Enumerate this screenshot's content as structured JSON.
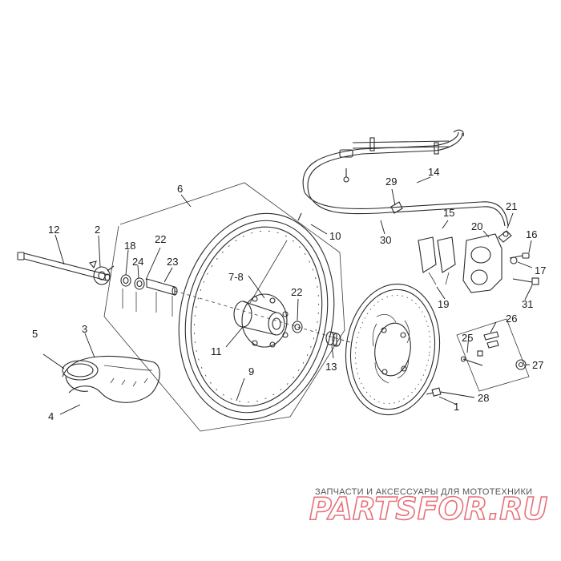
{
  "callouts": {
    "n1": "1",
    "n2": "2",
    "n3": "3",
    "n4": "4",
    "n5": "5",
    "n6": "6",
    "n7_8": "7-8",
    "n9": "9",
    "n10": "10",
    "n11": "11",
    "n12": "12",
    "n13": "13",
    "n14": "14",
    "n15": "15",
    "n16": "16",
    "n17": "17",
    "n18": "18",
    "n19": "19",
    "n20": "20",
    "n21": "21",
    "n22a": "22",
    "n22b": "22",
    "n23": "23",
    "n24": "24",
    "n25": "25",
    "n26": "26",
    "n27": "27",
    "n28": "28",
    "n29": "29",
    "n30": "30",
    "n31": "31"
  },
  "watermark": {
    "tagline": "ЗАПЧАСТИ И АКСЕССУАРЫ ДЛЯ МОТОТЕХНИКИ",
    "logo_part1": "PARTS",
    "logo_part2": "FOR",
    "logo_part3": ".RU"
  },
  "colors": {
    "line": "#2a2a2a",
    "watermark_red": "#e8707a",
    "watermark_text": "#555555"
  }
}
